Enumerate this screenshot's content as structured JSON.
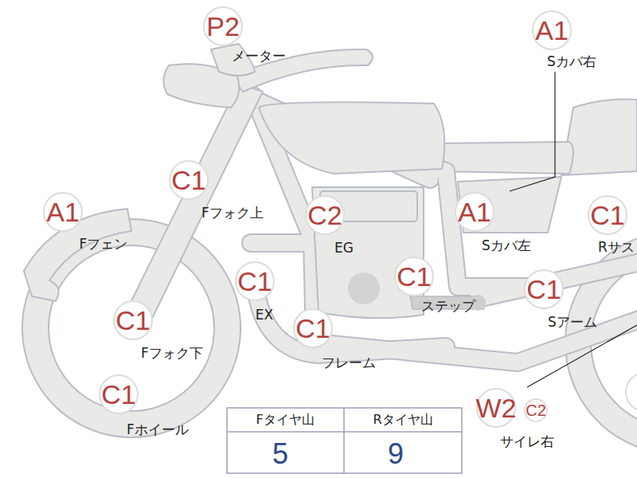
{
  "diagram": {
    "labels": [
      "P2",
      "メーター",
      "A1",
      "Sカバ右",
      "C1",
      "Fフォク上",
      "A1",
      "Fフェン",
      "C2",
      "EG",
      "A1",
      "Sカバ左",
      "C1",
      "Rサス",
      "C1",
      "EX",
      "C1",
      "ステップ",
      "C1",
      "Fフォク下",
      "C1",
      "Sアーム",
      "C1",
      "フレーム",
      "C1",
      "Fホイール",
      "W2",
      "C2",
      "サイレ右",
      "Fタイヤ山",
      "Rタイヤ山",
      "5",
      "9"
    ]
  }
}
